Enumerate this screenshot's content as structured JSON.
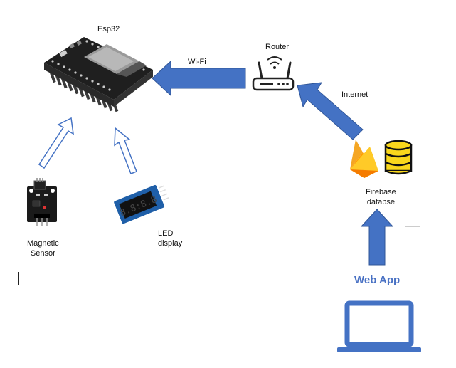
{
  "nodes": {
    "esp32": "Esp32",
    "router": "Router",
    "firebase": "Firebase\ndatabse",
    "magnetic_sensor": "Magnetic\nSensor",
    "led_display": "LED\ndisplay",
    "web_app": "Web App"
  },
  "edges": {
    "wifi": "Wi-Fi",
    "internet": "Internet"
  },
  "colors": {
    "arrow_fill": "#4472c4",
    "arrow_stroke": "#2f5597",
    "outline_arrow": "#4472c4",
    "laptop": "#4472c4",
    "firebase_orange": "#f5a623",
    "firebase_yellow": "#ffca28",
    "db_yellow": "#f9d71c"
  },
  "icons": {
    "esp32": "esp32-board-icon",
    "router": "router-icon",
    "firebase": "firebase-icon",
    "database": "database-icon",
    "sensor": "magnetic-sensor-icon",
    "display": "led-display-icon",
    "laptop": "laptop-icon"
  }
}
